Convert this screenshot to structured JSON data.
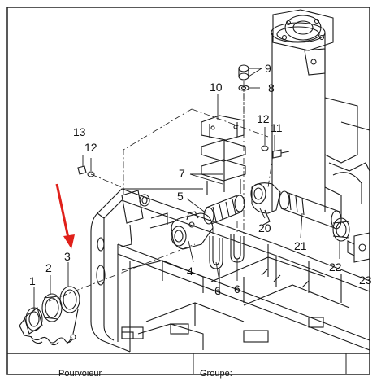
{
  "diagram": {
    "callouts": [
      {
        "id": "c1",
        "text": "1"
      },
      {
        "id": "c2",
        "text": "2"
      },
      {
        "id": "c3",
        "text": "3"
      },
      {
        "id": "c4",
        "text": "4"
      },
      {
        "id": "c5",
        "text": "5"
      },
      {
        "id": "c6a",
        "text": "6"
      },
      {
        "id": "c6b",
        "text": "6"
      },
      {
        "id": "c7",
        "text": "7"
      },
      {
        "id": "c8",
        "text": "8"
      },
      {
        "id": "c9",
        "text": "9"
      },
      {
        "id": "c10",
        "text": "10"
      },
      {
        "id": "c11",
        "text": "11"
      },
      {
        "id": "c12a",
        "text": "12"
      },
      {
        "id": "c12b",
        "text": "12"
      },
      {
        "id": "c13",
        "text": "13"
      },
      {
        "id": "c20",
        "text": "20"
      },
      {
        "id": "c21",
        "text": "21"
      },
      {
        "id": "c22",
        "text": "22"
      },
      {
        "id": "c23",
        "text": "23"
      }
    ],
    "annotation_color": "#e0201a",
    "line_color": "#1a1a1a"
  },
  "footer": {
    "left_label": "Pourvoieur",
    "right_label": "Groupe:"
  }
}
